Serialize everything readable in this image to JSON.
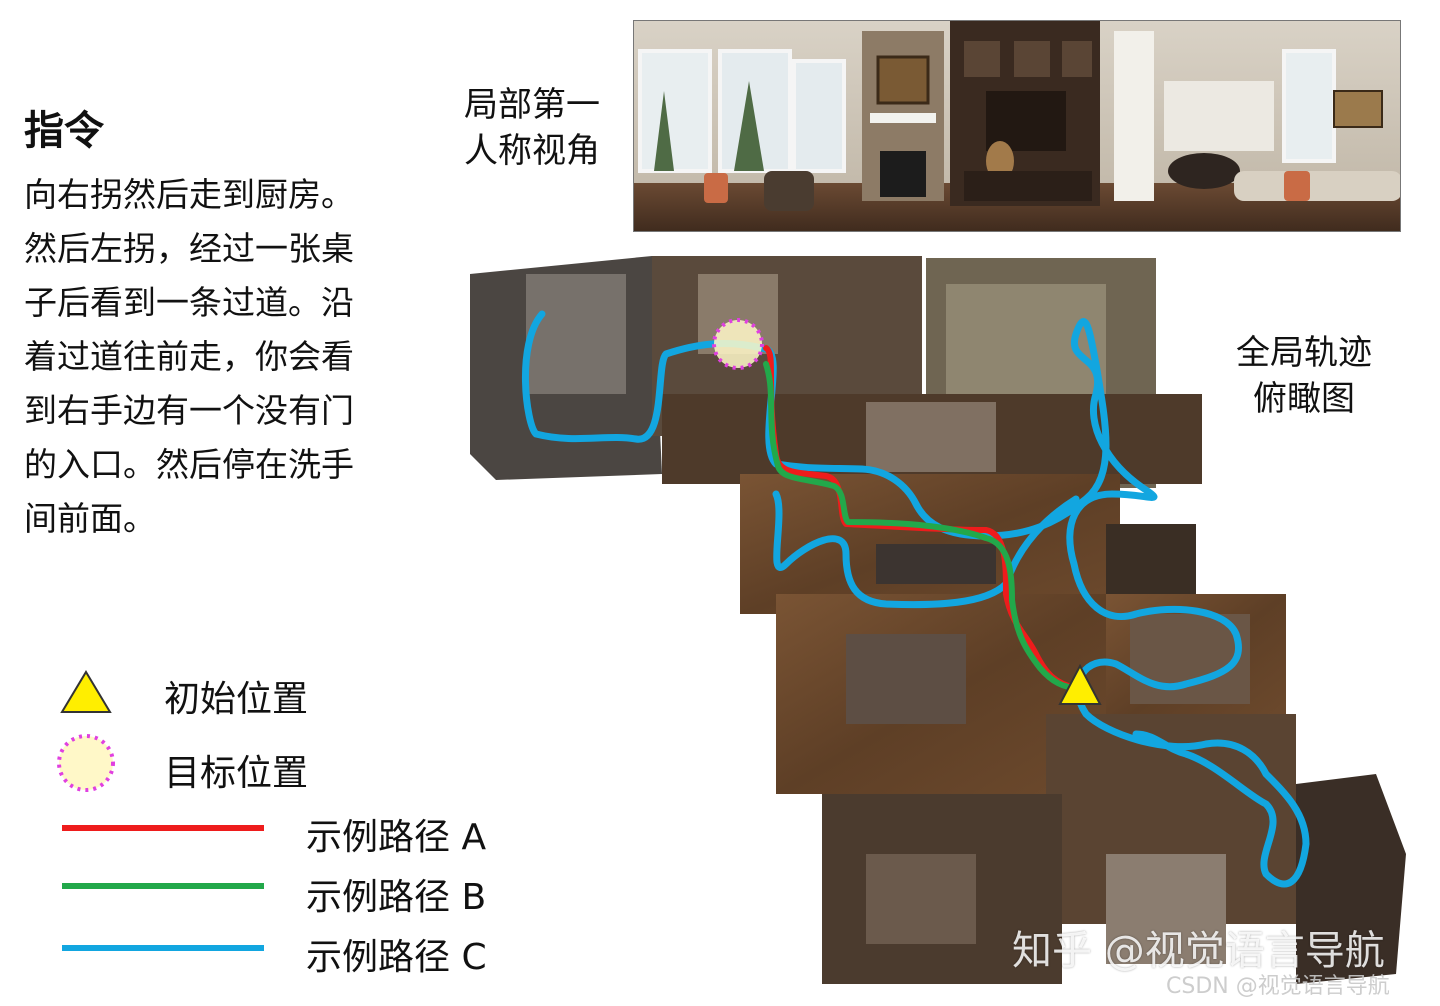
{
  "instruction": {
    "title": "指令",
    "lines": [
      "向右拐然后走到厨房。",
      "然后左拐，经过一张桌",
      "子后看到一条过道。沿",
      "着过道往前走，你会看",
      "到右手边有一个没有门",
      "的入口。然后停在洗手",
      "间前面。"
    ]
  },
  "panorama_label": [
    "局部第一",
    "人称视角"
  ],
  "map_label": [
    "全局轨迹",
    "俯瞰图"
  ],
  "legend": {
    "start": "初始位置",
    "goal": "目标位置",
    "path_a": "示例路径 A",
    "path_b": "示例路径 B",
    "path_c": "示例路径 C"
  },
  "colors": {
    "path_a": "#ee1c1c",
    "path_b": "#22a84a",
    "path_c": "#12a6e0",
    "start_fill": "#ffee00",
    "goal_fill": "#fff8c8",
    "goal_stroke": "#e040e0"
  },
  "watermark": {
    "main": "知乎 @视觉语言导航",
    "sub": "CSDN @视觉语言导航"
  }
}
